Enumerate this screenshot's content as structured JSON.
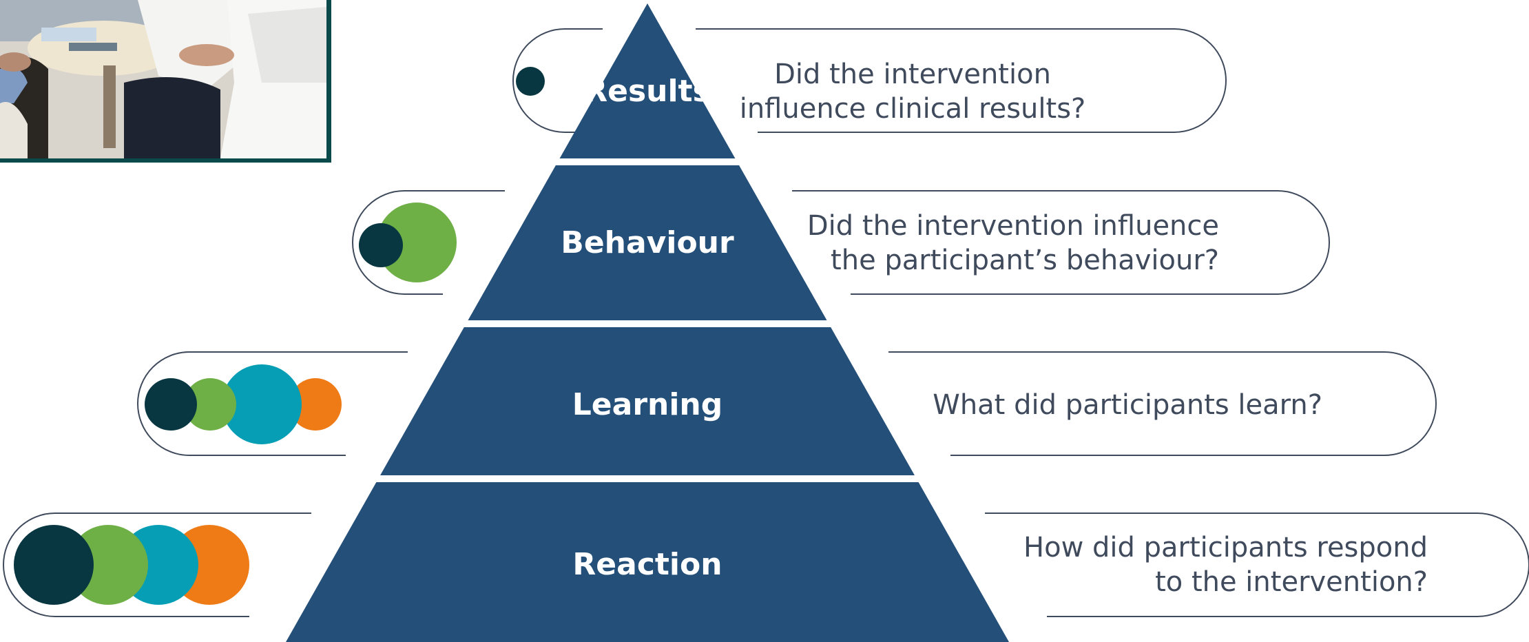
{
  "colors": {
    "pyramid": "#234f79",
    "outline": "#3f4a5c",
    "text": "#3f4a5c",
    "dark_teal": "#083742",
    "green": "#6eaf46",
    "cyan": "#059eb5",
    "orange": "#ef7b17",
    "photo_border": "#0a4a4a"
  },
  "levels": [
    {
      "label": "Results",
      "question": "Did the intervention\ninfluence clinical results?",
      "circles": [
        "dark_teal"
      ]
    },
    {
      "label": "Behaviour",
      "question": "Did the intervention influence\nthe participant’s behaviour?",
      "circles": [
        "dark_teal",
        "green"
      ]
    },
    {
      "label": "Learning",
      "question": "What did participants learn?",
      "circles": [
        "dark_teal",
        "green",
        "cyan",
        "orange"
      ]
    },
    {
      "label": "Reaction",
      "question": "How did participants respond\nto the intervention?",
      "circles": [
        "dark_teal",
        "green",
        "cyan",
        "orange"
      ]
    }
  ]
}
